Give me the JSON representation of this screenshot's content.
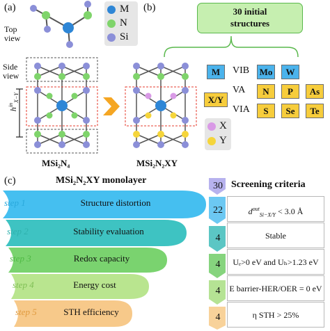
{
  "panel_a": {
    "label": "(a)",
    "top_view": "Top\nview",
    "side_view": "Side\nview",
    "legend": [
      {
        "symbol": "M",
        "color": "#2e86d6"
      },
      {
        "symbol": "N",
        "color": "#7fd46b"
      },
      {
        "symbol": "Si",
        "color": "#8b8fd8"
      }
    ],
    "height_label": "h",
    "height_sup": "in",
    "height_sub": "X−Y",
    "formula_left": "MSi₂N₄",
    "formula_right": "MSi₂N₂XY",
    "xy_legend": [
      {
        "symbol": "X",
        "color": "#d99ae6"
      },
      {
        "symbol": "Y",
        "color": "#f5d53b"
      }
    ]
  },
  "panel_b": {
    "label": "(b)",
    "title": "30 initial\nstructures",
    "rows": [
      {
        "group": "VIB",
        "left_box": "M",
        "elements": [
          "Mo",
          "W"
        ],
        "color": "blue"
      },
      {
        "group": "VA",
        "left_box": "X/Y",
        "elements": [
          "N",
          "P",
          "As"
        ],
        "color": "yellow"
      },
      {
        "group": "VIA",
        "left_box": "",
        "elements": [
          "S",
          "Se",
          "Te"
        ],
        "color": "yellow"
      }
    ]
  },
  "panel_c": {
    "label": "(c)",
    "title": "MSi₂N₂XY monolayer",
    "steps": [
      {
        "label": "step 1",
        "text": "Structure distortion",
        "color": "#45bff0"
      },
      {
        "label": "step 2",
        "text": "Stability evaluation",
        "color": "#3ec3c2"
      },
      {
        "label": "step 3",
        "text": "Redox capacity",
        "color": "#7ad36f"
      },
      {
        "label": "step 4",
        "text": "Energy cost",
        "color": "#b9e58f"
      },
      {
        "label": "step 5",
        "text": "STH efficiency",
        "color": "#f7c98a"
      }
    ]
  },
  "screening": {
    "title": "Screening criteria",
    "counts": [
      "30",
      "22",
      "4",
      "4",
      "4",
      "4"
    ],
    "criteria": [
      {
        "prefix": "d",
        "sup": "out",
        "sub": "Si−X/Y",
        "suffix": " < 3.0 Å"
      },
      {
        "text": "Stable"
      },
      {
        "text": "Uₑ>0 eV and Uₕ>1.23 eV"
      },
      {
        "text": "E barrier-HER/OER = 0 eV"
      },
      {
        "text": "η STH > 25%"
      }
    ],
    "arrow_colors": [
      "#b7b2ee",
      "#6cc8f2",
      "#5bc6c4",
      "#86d47e",
      "#b5e394",
      "#f8d29a"
    ]
  }
}
